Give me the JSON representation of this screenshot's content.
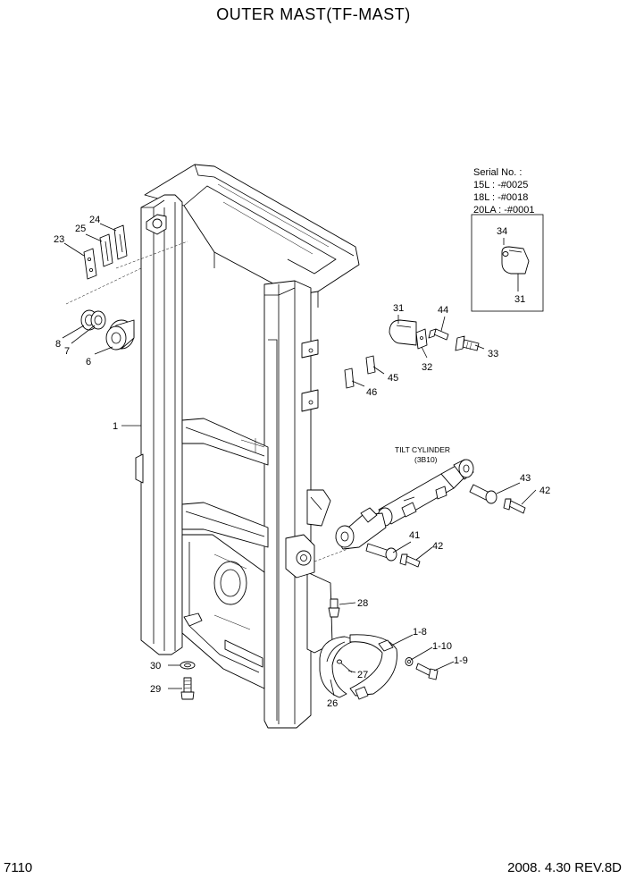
{
  "title": "OUTER MAST(TF-MAST)",
  "page_number": "7110",
  "revision": "2008. 4.30  REV.8D",
  "serial_box": {
    "lines": [
      "Serial No. :",
      "15L : -#0025",
      "18L : -#0018",
      "20LA : -#0001"
    ],
    "callouts": [
      "34",
      "31"
    ]
  },
  "tilt_cylinder": {
    "label": "TILT CYLINDER",
    "ref": "(3B10)"
  },
  "callouts": {
    "c1": "1",
    "c6": "6",
    "c7": "7",
    "c8": "8",
    "c23": "23",
    "c24": "24",
    "c25": "25",
    "c31": "31",
    "c44": "44",
    "c32": "32",
    "c33": "33",
    "c45": "45",
    "c46": "46",
    "c43": "43",
    "c42a": "42",
    "c41": "41",
    "c42b": "42",
    "c28": "28",
    "c1_8": "1-8",
    "c1_10": "1-10",
    "c1_9": "1-9",
    "c27": "27",
    "c26": "26",
    "c30": "30",
    "c29": "29"
  }
}
